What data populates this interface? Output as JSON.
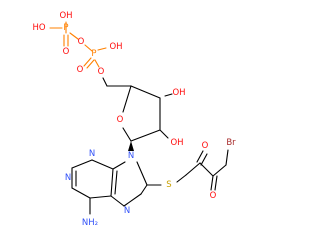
{
  "colors": {
    "O": "#ff0d0d",
    "N": "#3050f8",
    "S": "#c8a000",
    "P": "#ff8000",
    "Br": "#a62929",
    "C": "#000000"
  },
  "labels": {
    "ho_1": "HO",
    "p_1": "P",
    "oh_1": "OH",
    "o_dbl_1": "O",
    "o_bridge": "O",
    "p_2": "P",
    "oh_2": "OH",
    "o_dbl_2": "O",
    "o_ester": "O",
    "o_ring": "O",
    "oh_3": "OH",
    "oh_4": "OH",
    "n9": "N",
    "n3": "N",
    "n1": "N",
    "n7": "N",
    "nh2": "NH₂",
    "s": "S",
    "o_keto_1": "O",
    "o_keto_2": "O",
    "br": "Br"
  }
}
